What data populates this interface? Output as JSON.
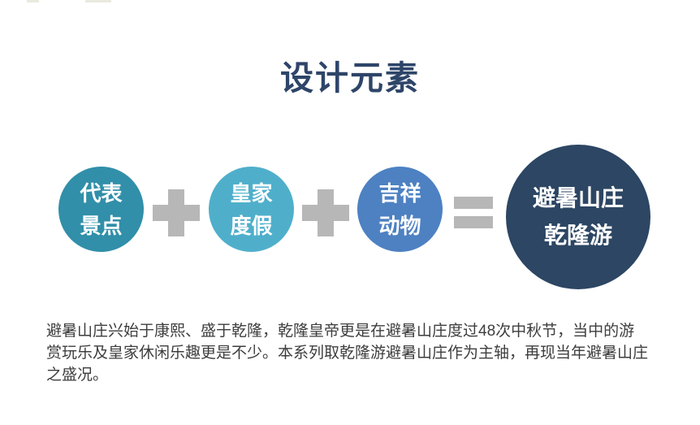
{
  "title": "设计元素",
  "diagram": {
    "circles": [
      {
        "line1": "代表",
        "line2": "景点",
        "color": "#318fa9"
      },
      {
        "line1": "皇家",
        "line2": "度假",
        "color": "#4fafcb"
      },
      {
        "line1": "吉祥",
        "line2": "动物",
        "color": "#4d81c2"
      }
    ],
    "result": {
      "line1": "避暑山庄",
      "line2": "乾隆游",
      "color": "#2c4663"
    },
    "operator_color": "#b7b7b7",
    "operators": {
      "first": "plus",
      "second": "plus",
      "third": "equals"
    }
  },
  "paragraph": {
    "lines": [
      "避暑山庄兴始于康熙、盛于乾隆，乾隆皇帝更是在避暑山庄度过48次中秋节，当中的游",
      "赏玩乐及皇家休闲乐趣更是不少。本系列取乾隆游避暑山庄作为主轴，再现当年避暑山庄",
      "之盛况。"
    ]
  },
  "colors": {
    "title": "#2e4569",
    "body_text": "#3d3d3d",
    "background": "#ffffff"
  }
}
